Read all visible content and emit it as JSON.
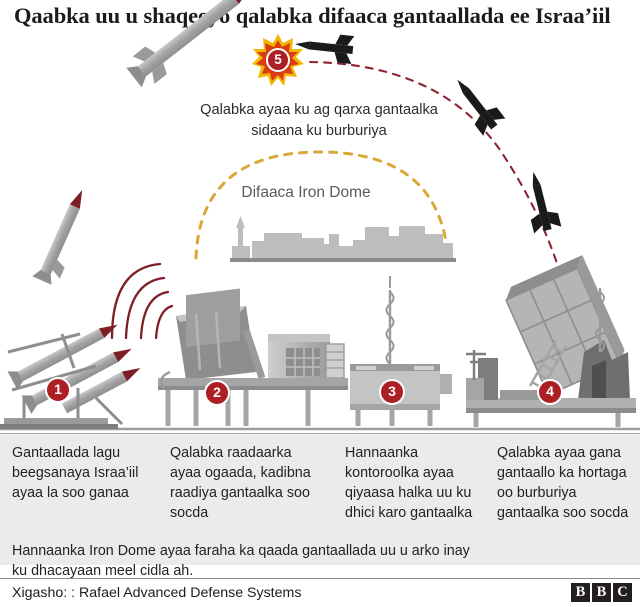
{
  "title": "Qaabka uu u shaqeeyo qalabka difaaca gantaallada ee Israa’iil",
  "annotations": {
    "explosion": "Qalabka ayaa ku ag qarxa gantaalka sidaana ku burburiya",
    "dome": "Difaaca Iron Dome"
  },
  "markers": [
    {
      "number": "1",
      "name": "rocket-launcher"
    },
    {
      "number": "2",
      "name": "radar-unit"
    },
    {
      "number": "3",
      "name": "control-center"
    },
    {
      "number": "4",
      "name": "interceptor-launcher"
    },
    {
      "number": "5",
      "name": "intercept-explosion"
    }
  ],
  "captions": [
    {
      "number": "1",
      "text": "Gantaallada lagu beegsanaya Israa’iil ayaa la soo ganaa"
    },
    {
      "number": "2",
      "text": "Qalabka raadaarka ayaa ogaada, kadibna raadiya gantaalka soo socda"
    },
    {
      "number": "3",
      "text": "Hannaanka kontoroolka ayaa qiyaasa halka uu ku dhici karo gantaalka"
    },
    {
      "number": "4",
      "text": "Qalabka ayaa gana gantaallo ka hortaga oo burburiya gantaalka soo socda"
    }
  ],
  "summary": "Hannaanka Iron Dome ayaa faraha ka qaada gantaallada uu u arko inay ku dhacayaan meel cidla ah.",
  "footer": {
    "source": "Xigasho: : Rafael Advanced Defense Systems",
    "logo": [
      "B",
      "B",
      "C"
    ]
  },
  "colors": {
    "accent_red": "#ab1f25",
    "dome_amber": "#d9a838",
    "trajectory_red": "#8c2430",
    "metal_gray": "#a9a9a9",
    "caption_bg": "#ebebeb",
    "skyline_gray": "#bdbdbd"
  }
}
